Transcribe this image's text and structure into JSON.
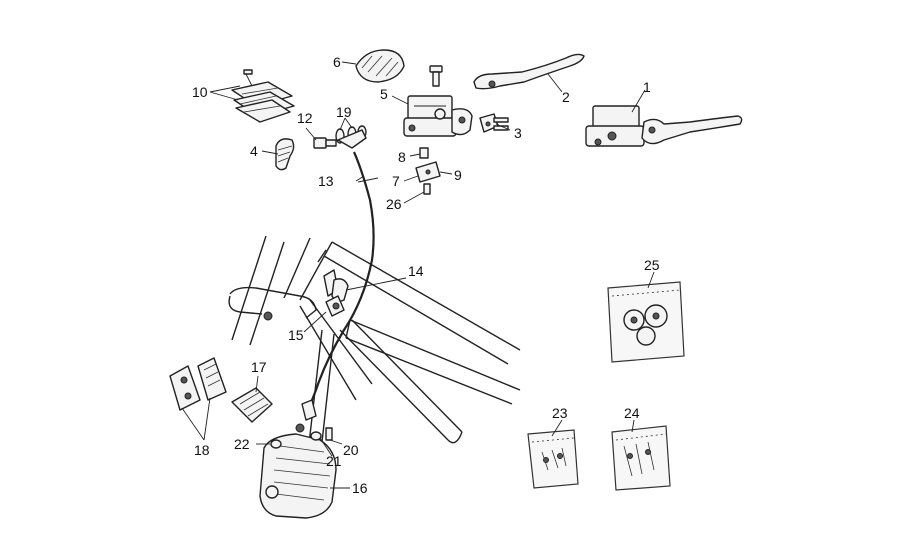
{
  "diagram": {
    "callouts": [
      "1",
      "2",
      "3",
      "4",
      "5",
      "6",
      "7",
      "8",
      "9",
      "10",
      "12",
      "13",
      "14",
      "15",
      "16",
      "17",
      "18",
      "19",
      "20",
      "21",
      "22",
      "23",
      "24",
      "25",
      "26"
    ]
  }
}
